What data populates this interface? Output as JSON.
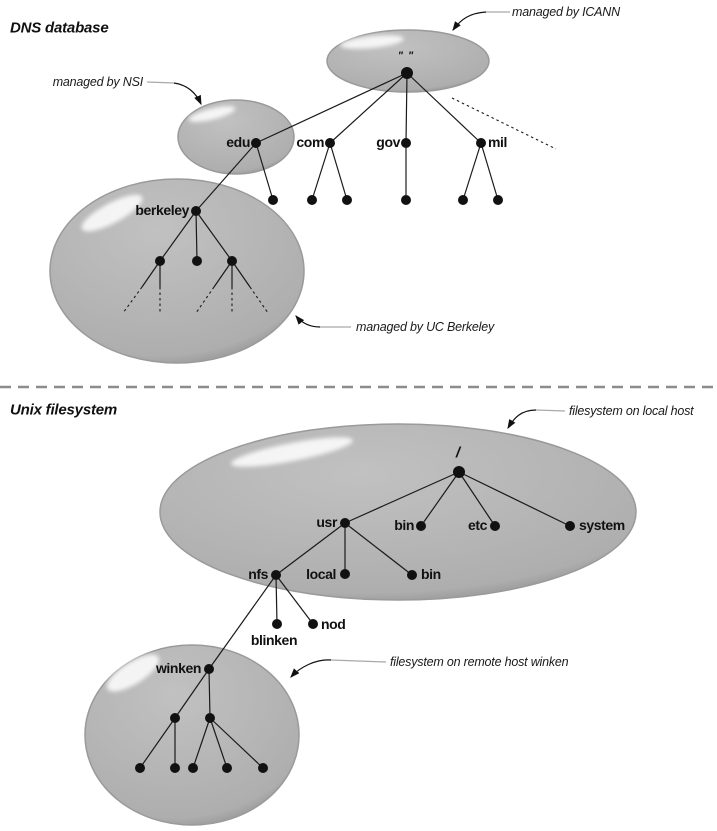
{
  "dns": {
    "title": "DNS database",
    "root_label": "\" \"",
    "nodes": {
      "edu": "edu",
      "com": "com",
      "gov": "gov",
      "mil": "mil",
      "berkeley": "berkeley"
    },
    "annotations": {
      "icann": "managed by ICANN",
      "nsi": "managed by NSI",
      "uc_berkeley": "managed by UC Berkeley"
    }
  },
  "unix": {
    "title": "Unix filesystem",
    "nodes": {
      "root": "/",
      "usr": "usr",
      "bin_top": "bin",
      "etc": "etc",
      "system": "system",
      "nfs": "nfs",
      "local": "local",
      "bin_lower": "bin",
      "blinken": "blinken",
      "nod": "nod",
      "winken": "winken"
    },
    "annotations": {
      "local_host": "filesystem on local host",
      "remote_host": "filesystem on remote host winken"
    }
  },
  "colors": {
    "background": "#ffffff",
    "ellipse_fill": "#b3b3b3",
    "ellipse_rim": "#7b7b7b",
    "line": "#1a1a1a",
    "divider": "#8c8c8c",
    "text": "#111111"
  }
}
